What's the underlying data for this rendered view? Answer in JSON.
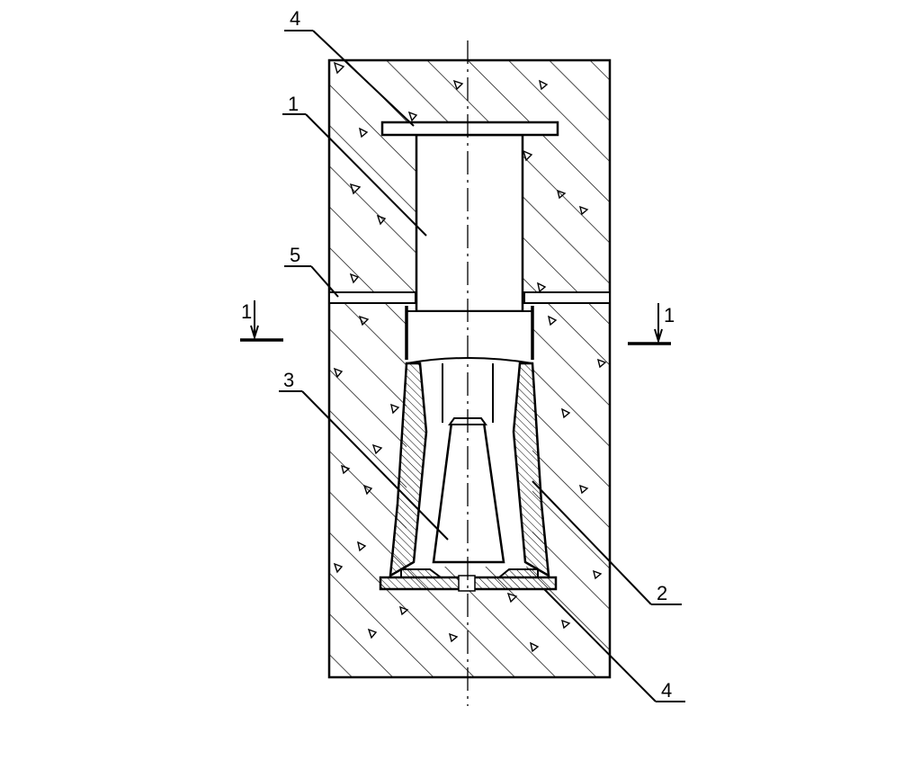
{
  "figure": {
    "labels": {
      "part_4_top": "4",
      "part_1": "1",
      "part_5": "5",
      "part_3": "3",
      "part_2": "2",
      "part_4_bottom": "4",
      "section_left": "1",
      "section_right": "1"
    },
    "colors": {
      "line": "#000000",
      "background": "#ffffff"
    }
  }
}
